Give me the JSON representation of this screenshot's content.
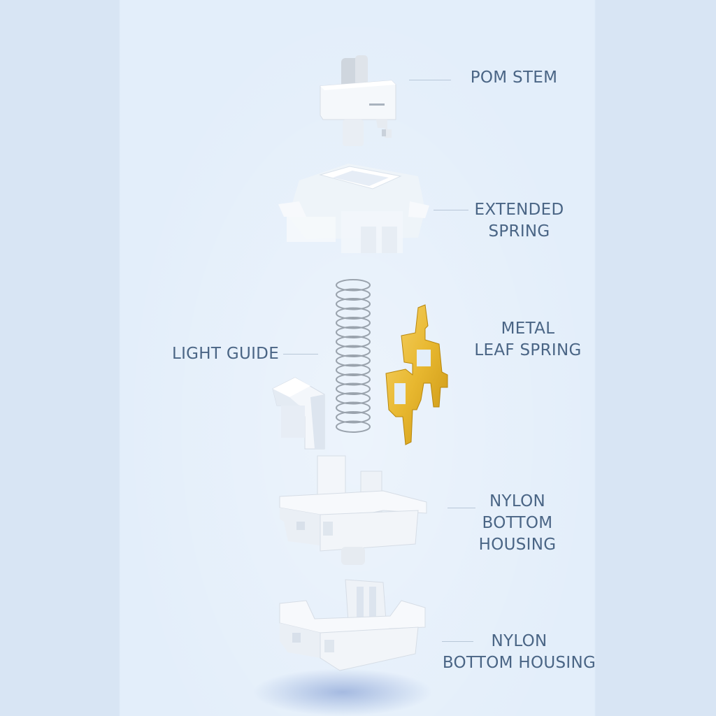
{
  "labels": {
    "pom_stem": "POM STEM",
    "extended_spring": "EXTENDED\nSPRING",
    "metal_leaf_spring": "METAL\nLEAF SPRING",
    "light_guide": "LIGHT GUIDE",
    "nylon_bottom_housing_1": "NYLON\nBOTTOM\nHOUSING",
    "nylon_bottom_housing_2": "NYLON\nBOTTOM HOUSING"
  },
  "colors": {
    "background": "#e3eefa",
    "label_text": "#4a6585",
    "plastic": "#f4f7fb",
    "leaf_spring_gold": "#e8b830",
    "spring_wire": "#9aa3ad"
  }
}
